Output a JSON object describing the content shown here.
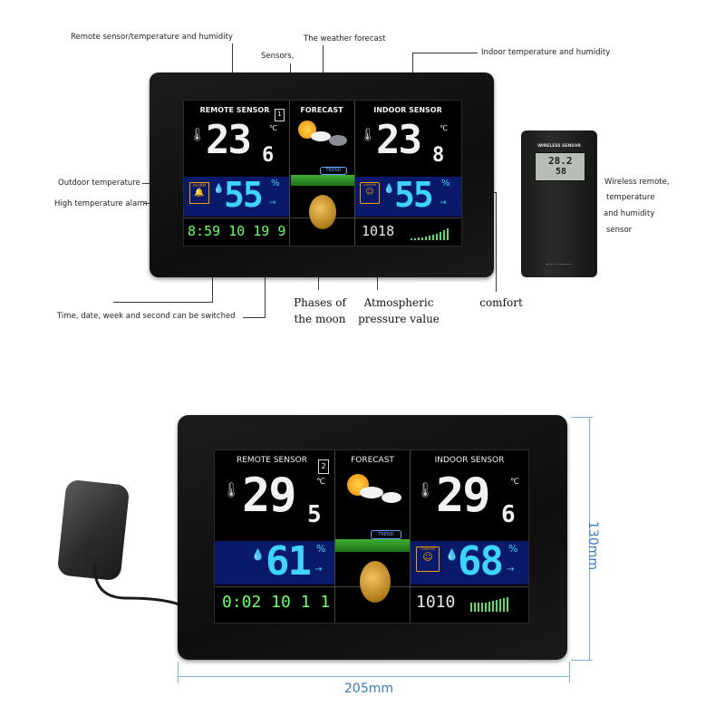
{
  "callouts": {
    "remote_sensor": "Remote sensor/temperature and humidity",
    "sensors": "Sensors,",
    "weather_forecast": "The weather forecast",
    "indoor": "Indoor temperature and humidity",
    "outdoor_temp": "Outdoor temperature",
    "high_temp_alarm": "High temperature alarm",
    "wireless_remote": [
      "Wireless remote,",
      "temperature",
      "and humidity",
      "sensor"
    ],
    "moon_phases": [
      "Phases of",
      "the moon"
    ],
    "atmospheric": [
      "Atmospheric",
      "pressure value"
    ],
    "comfort": "comfort",
    "time_date": "Time, date, week and second can be switched"
  },
  "station1": {
    "remote_title": "REMOTE SENSOR",
    "forecast_title": "FORECAST",
    "indoor_title": "INDOOR SENSOR",
    "channel": "1",
    "remote_temp": "23",
    "remote_temp_dec": "6",
    "indoor_temp": "23",
    "indoor_temp_dec": "8",
    "temp_unit": "℃",
    "remote_hum": "55",
    "indoor_hum": "55",
    "hum_unit": "%",
    "alarm_label": "ALARM",
    "comfort_label": "COMFORT",
    "trend_label": "TREND",
    "time_row": "8:59  10  19  9",
    "pressure": "1018"
  },
  "remote_display": {
    "label": "WIRELESS SENSOR",
    "temp": "28.2",
    "hum": "58"
  },
  "station2": {
    "remote_title": "REMOTE SENSOR",
    "forecast_title": "FORECAST",
    "indoor_title": "INDOOR SENSOR",
    "channel": "2",
    "remote_temp": "29",
    "remote_temp_dec": "5",
    "indoor_temp": "29",
    "indoor_temp_dec": "6",
    "temp_unit": "℃",
    "remote_hum": "61",
    "indoor_hum": "68",
    "hum_unit": "%",
    "comfort_label": "COMFORT",
    "trend_label": "TREND",
    "time_row": "0:02  10  1  1",
    "pressure": "1010"
  },
  "dimensions": {
    "height": "130mm",
    "width": "205mm"
  }
}
